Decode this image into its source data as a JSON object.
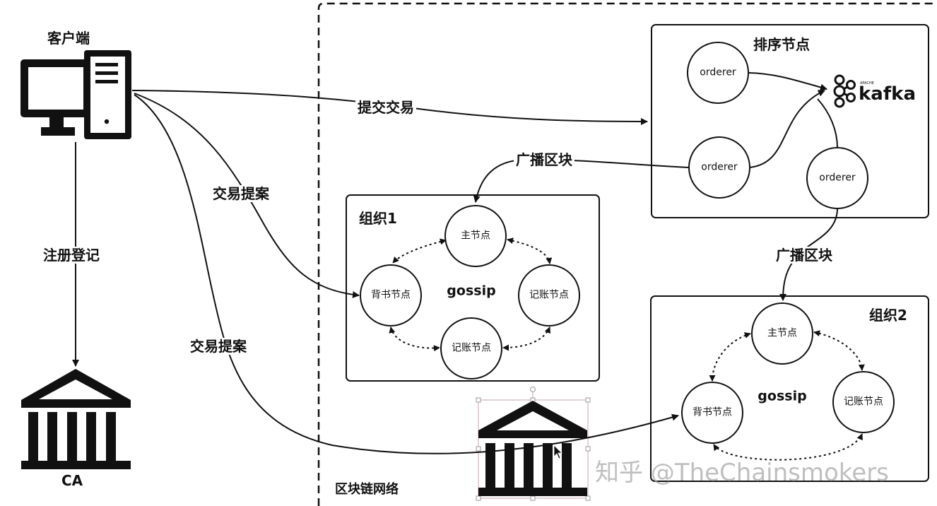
{
  "client": {
    "label": "客户端",
    "icon": "desktop-computer-icon"
  },
  "ca": {
    "label": "CA",
    "icon": "bank-building-icon"
  },
  "network": {
    "label": "区块链网络"
  },
  "edges": {
    "submit_tx": "提交交易",
    "register": "注册登记",
    "proposal_1": "交易提案",
    "proposal_2": "交易提案",
    "broadcast_1": "广播区块",
    "broadcast_2": "广播区块"
  },
  "ordering": {
    "title": "排序节点",
    "nodes": [
      "orderer",
      "orderer",
      "orderer"
    ],
    "kafka": {
      "label": "kafka",
      "small": "APACHE",
      "icon": "kafka-logo-icon"
    }
  },
  "org1": {
    "title": "组织1",
    "center": "gossip",
    "nodes": {
      "leader": "主节点",
      "endorser": "背书节点",
      "committer_a": "记账节点",
      "committer_b": "记账节点"
    }
  },
  "org2": {
    "title": "组织2",
    "center": "gossip",
    "nodes": {
      "leader": "主节点",
      "endorser": "背书节点",
      "committer_a": "记账节点"
    }
  },
  "watermark": "知乎 @TheChainsmokers",
  "colors": {
    "stroke": "#111111",
    "background": "#ffffff",
    "selection": "#c9a3b4",
    "watermark": "#aaaaaa"
  }
}
